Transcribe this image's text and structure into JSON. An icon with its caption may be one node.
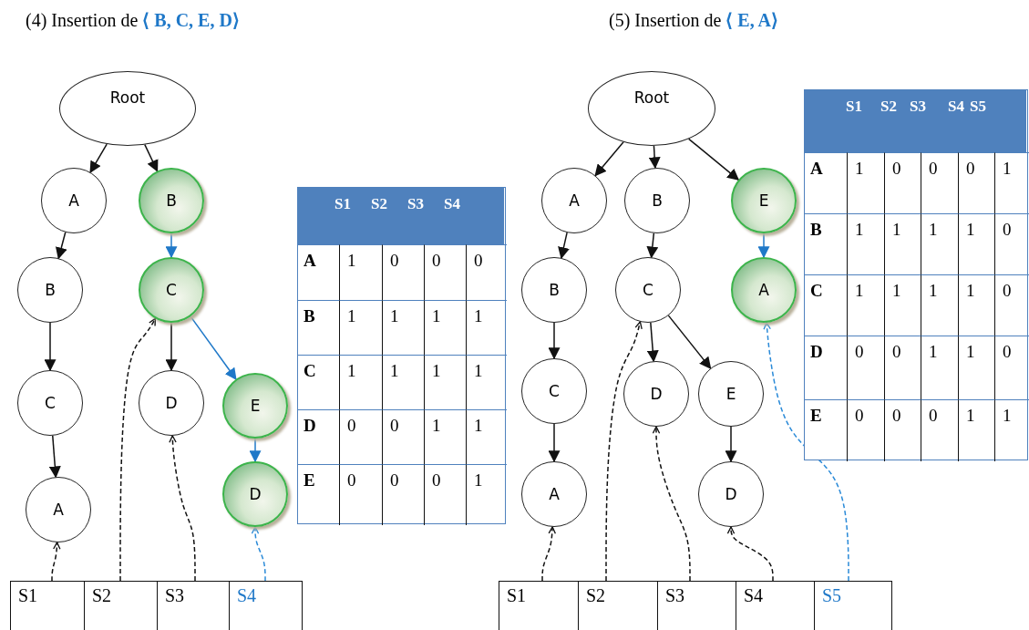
{
  "diagram": {
    "nodes": [
      {
        "text": [
          "Root"
        ]
      },
      {
        "text": [
          "A"
        ]
      },
      {
        "text": [
          "B"
        ]
      },
      {
        "text": [
          "C"
        ]
      },
      {
        "text": [
          "A"
        ]
      },
      {
        "text": [
          "B"
        ]
      },
      {
        "text": [
          "C"
        ]
      },
      {
        "text": [
          "D"
        ]
      },
      {
        "text": [
          "E"
        ]
      },
      {
        "text": [
          "D"
        ]
      },
      {
        "text": [
          "S1"
        ]
      },
      {
        "text": [
          "S2"
        ]
      },
      {
        "text": [
          "S3"
        ]
      },
      {
        "text": [
          "S4"
        ]
      },
      {
        "text": [
          "Root"
        ]
      },
      {
        "text": [
          "A"
        ]
      },
      {
        "text": [
          "B"
        ]
      },
      {
        "text": [
          "C"
        ]
      },
      {
        "text": [
          "A"
        ]
      },
      {
        "text": [
          "B"
        ]
      },
      {
        "text": [
          "C"
        ]
      },
      {
        "text": [
          "D"
        ]
      },
      {
        "text": [
          "E"
        ]
      },
      {
        "text": [
          "D"
        ]
      },
      {
        "text": [
          "E"
        ]
      },
      {
        "text": [
          "A"
        ]
      },
      {
        "text": [
          "S1"
        ]
      },
      {
        "text": [
          "S2"
        ]
      },
      {
        "text": [
          "S3"
        ]
      },
      {
        "text": [
          "S4"
        ]
      },
      {
        "text": [
          "S5"
        ]
      }
    ],
    "edges": [
      {
        "from": 0,
        "to": 1,
        "arrow": "to"
      },
      {
        "from": 0,
        "to": 5,
        "arrow": "to"
      },
      {
        "from": 1,
        "to": 2,
        "arrow": "to"
      },
      {
        "from": 2,
        "to": 3,
        "arrow": "to"
      },
      {
        "from": 3,
        "to": 4,
        "arrow": "to"
      },
      {
        "from": 5,
        "to": 6,
        "arrow": "to",
        "color": "#1f78c8"
      },
      {
        "from": 6,
        "to": 7,
        "arrow": "to"
      },
      {
        "from": 6,
        "to": 8,
        "arrow": "to",
        "color": "#1f78c8"
      },
      {
        "from": 8,
        "to": 9,
        "arrow": "to",
        "color": "#1f78c8"
      },
      {
        "from": 10,
        "to": 4,
        "arrow": "to",
        "style": "dashed"
      },
      {
        "from": 11,
        "to": 6,
        "arrow": "to",
        "style": "dashed"
      },
      {
        "from": 12,
        "to": 7,
        "arrow": "to",
        "style": "dashed"
      },
      {
        "from": 13,
        "to": 9,
        "arrow": "to",
        "style": "dashed",
        "color": "#2a8ad8"
      },
      {
        "from": 14,
        "to": 15,
        "arrow": "to"
      },
      {
        "from": 14,
        "to": 19,
        "arrow": "to"
      },
      {
        "from": 14,
        "to": 24,
        "arrow": "to"
      },
      {
        "from": 15,
        "to": 16,
        "arrow": "to"
      },
      {
        "from": 16,
        "to": 17,
        "arrow": "to"
      },
      {
        "from": 17,
        "to": 18,
        "arrow": "to"
      },
      {
        "from": 19,
        "to": 20,
        "arrow": "to"
      },
      {
        "from": 20,
        "to": 21,
        "arrow": "to"
      },
      {
        "from": 20,
        "to": 22,
        "arrow": "to"
      },
      {
        "from": 22,
        "to": 23,
        "arrow": "to"
      },
      {
        "from": 24,
        "to": 25,
        "arrow": "to",
        "color": "#1f78c8"
      },
      {
        "from": 26,
        "to": 18,
        "arrow": "to",
        "style": "dashed"
      },
      {
        "from": 27,
        "to": 20,
        "arrow": "to",
        "style": "dashed"
      },
      {
        "from": 28,
        "to": 21,
        "arrow": "to",
        "style": "dashed"
      },
      {
        "from": 29,
        "to": 23,
        "arrow": "to",
        "style": "dashed"
      },
      {
        "from": 30,
        "to": 25,
        "arrow": "to",
        "style": "dashed",
        "color": "#2a8ad8"
      }
    ],
    "labels": [
      "(4) Insertion de **⟨ B, C, E, D⟩**",
      "(5) Insertion de **⟨ E, A⟩**",
      "S1",
      "S2",
      "S3",
      "S4",
      "A",
      "1",
      "0",
      "0",
      "0",
      "B",
      "1",
      "1",
      "1",
      "1",
      "C",
      "1",
      "1",
      "1",
      "1",
      "D",
      "0",
      "0",
      "1",
      "1",
      "E",
      "0",
      "0",
      "0",
      "1",
      "S1",
      "S2",
      "S3",
      "S4",
      "S5",
      "A",
      "1",
      "0",
      "0",
      "0",
      "1",
      "B",
      "1",
      "1",
      "1",
      "1",
      "0",
      "C",
      "1",
      "1",
      "1",
      "1",
      "0",
      "D",
      "0",
      "0",
      "1",
      "1",
      "0",
      "E",
      "0",
      "0",
      "0",
      "1",
      "1"
    ]
  }
}
